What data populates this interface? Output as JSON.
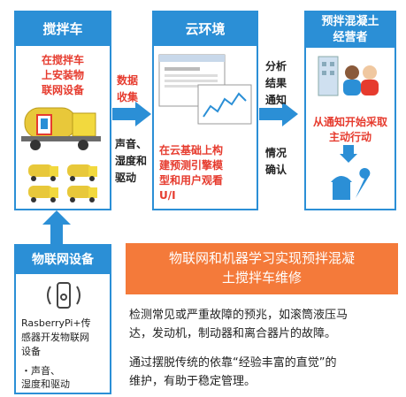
{
  "mixer": {
    "title": "搅拌车",
    "text": "在搅拌车\n上安装物\n联网设备"
  },
  "cloud": {
    "title": "云环境",
    "text": "在云基础上构\n建预测引擎模\n型和用户观看\nU/I"
  },
  "operator": {
    "title": "预拌混凝土\n经营者",
    "text": "从通知开始采取\n主动行动"
  },
  "iot": {
    "title": "物联网设备",
    "device": "RasberryPi+传\n感器开发物联网\n设备",
    "bullet": "・声音、\n  湿度和驱动"
  },
  "arrows": {
    "data_collect": "数据\n收集",
    "sound": "声音、\n湿度和\n驱动",
    "analysis": "分析\n结果\n通知",
    "confirm": "情况\n确认"
  },
  "banner": {
    "title": "物联网和机器学习实现预拌混凝\n土搅拌车维修"
  },
  "desc": {
    "p1": "检测常见或严重故障的预兆，如滚筒液压马\n达，发动机，制动器和离合器片的故障。",
    "p2": "通过摆脱传统的依靠“经验丰富的直觉”的\n维护，有助于稳定管理。"
  },
  "colors": {
    "accent": "#2b8fd6",
    "red": "#e63b2e",
    "orange": "#f47a3a"
  }
}
